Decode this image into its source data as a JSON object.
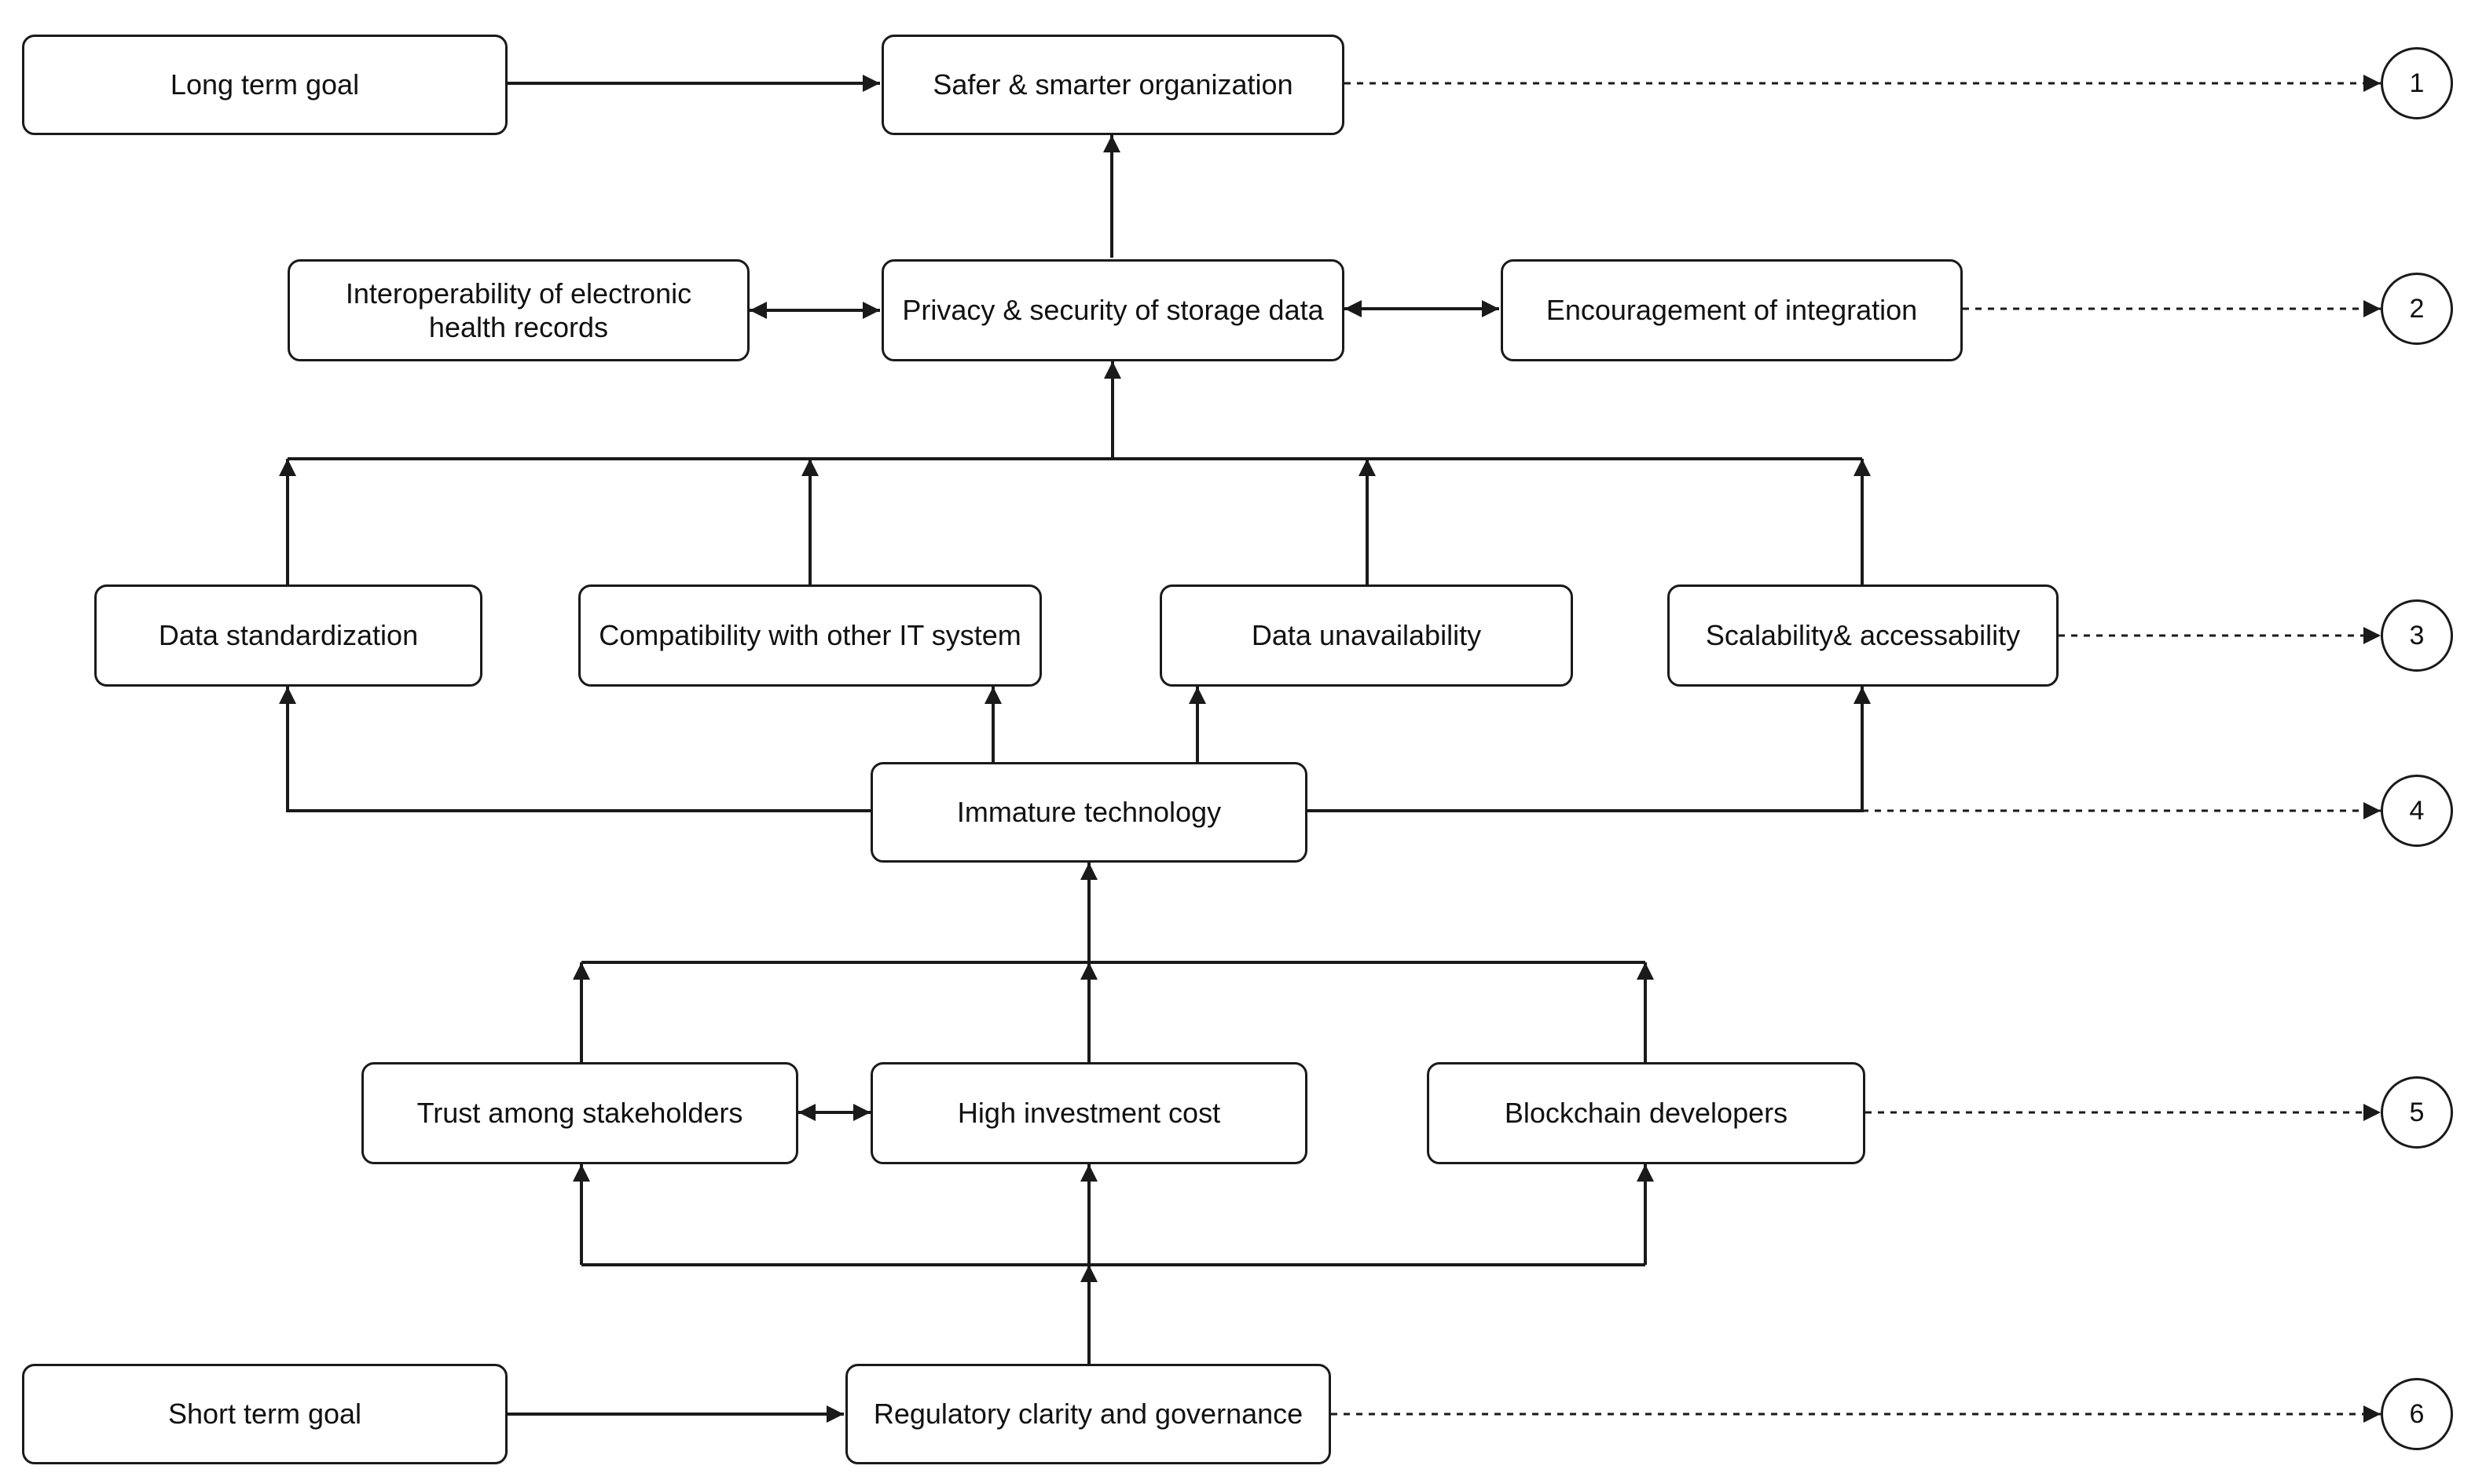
{
  "nodes": {
    "long_term_goal": "Long term goal",
    "safer_smarter_org": "Safer & smarter organization",
    "interoperability_ehr": "Interoperability of electronic health records",
    "privacy_security": "Privacy & security of storage data",
    "encouragement_integration": "Encouragement of integration",
    "data_standardization": "Data standardization",
    "compatibility_it": "Compatibility with other IT system",
    "data_unavailability": "Data unavailability",
    "scalability": "Scalability& accessability",
    "immature_technology": "Immature technology",
    "trust_stakeholders": "Trust among stakeholders",
    "high_investment": "High investment cost",
    "blockchain_developers": "Blockchain developers",
    "short_term_goal": "Short term goal",
    "regulatory_clarity": "Regulatory clarity and governance"
  },
  "levels": [
    "1",
    "2",
    "3",
    "4",
    "5",
    "6"
  ],
  "colors": {
    "stroke": "#1a1a1a",
    "background": "#ffffff"
  }
}
